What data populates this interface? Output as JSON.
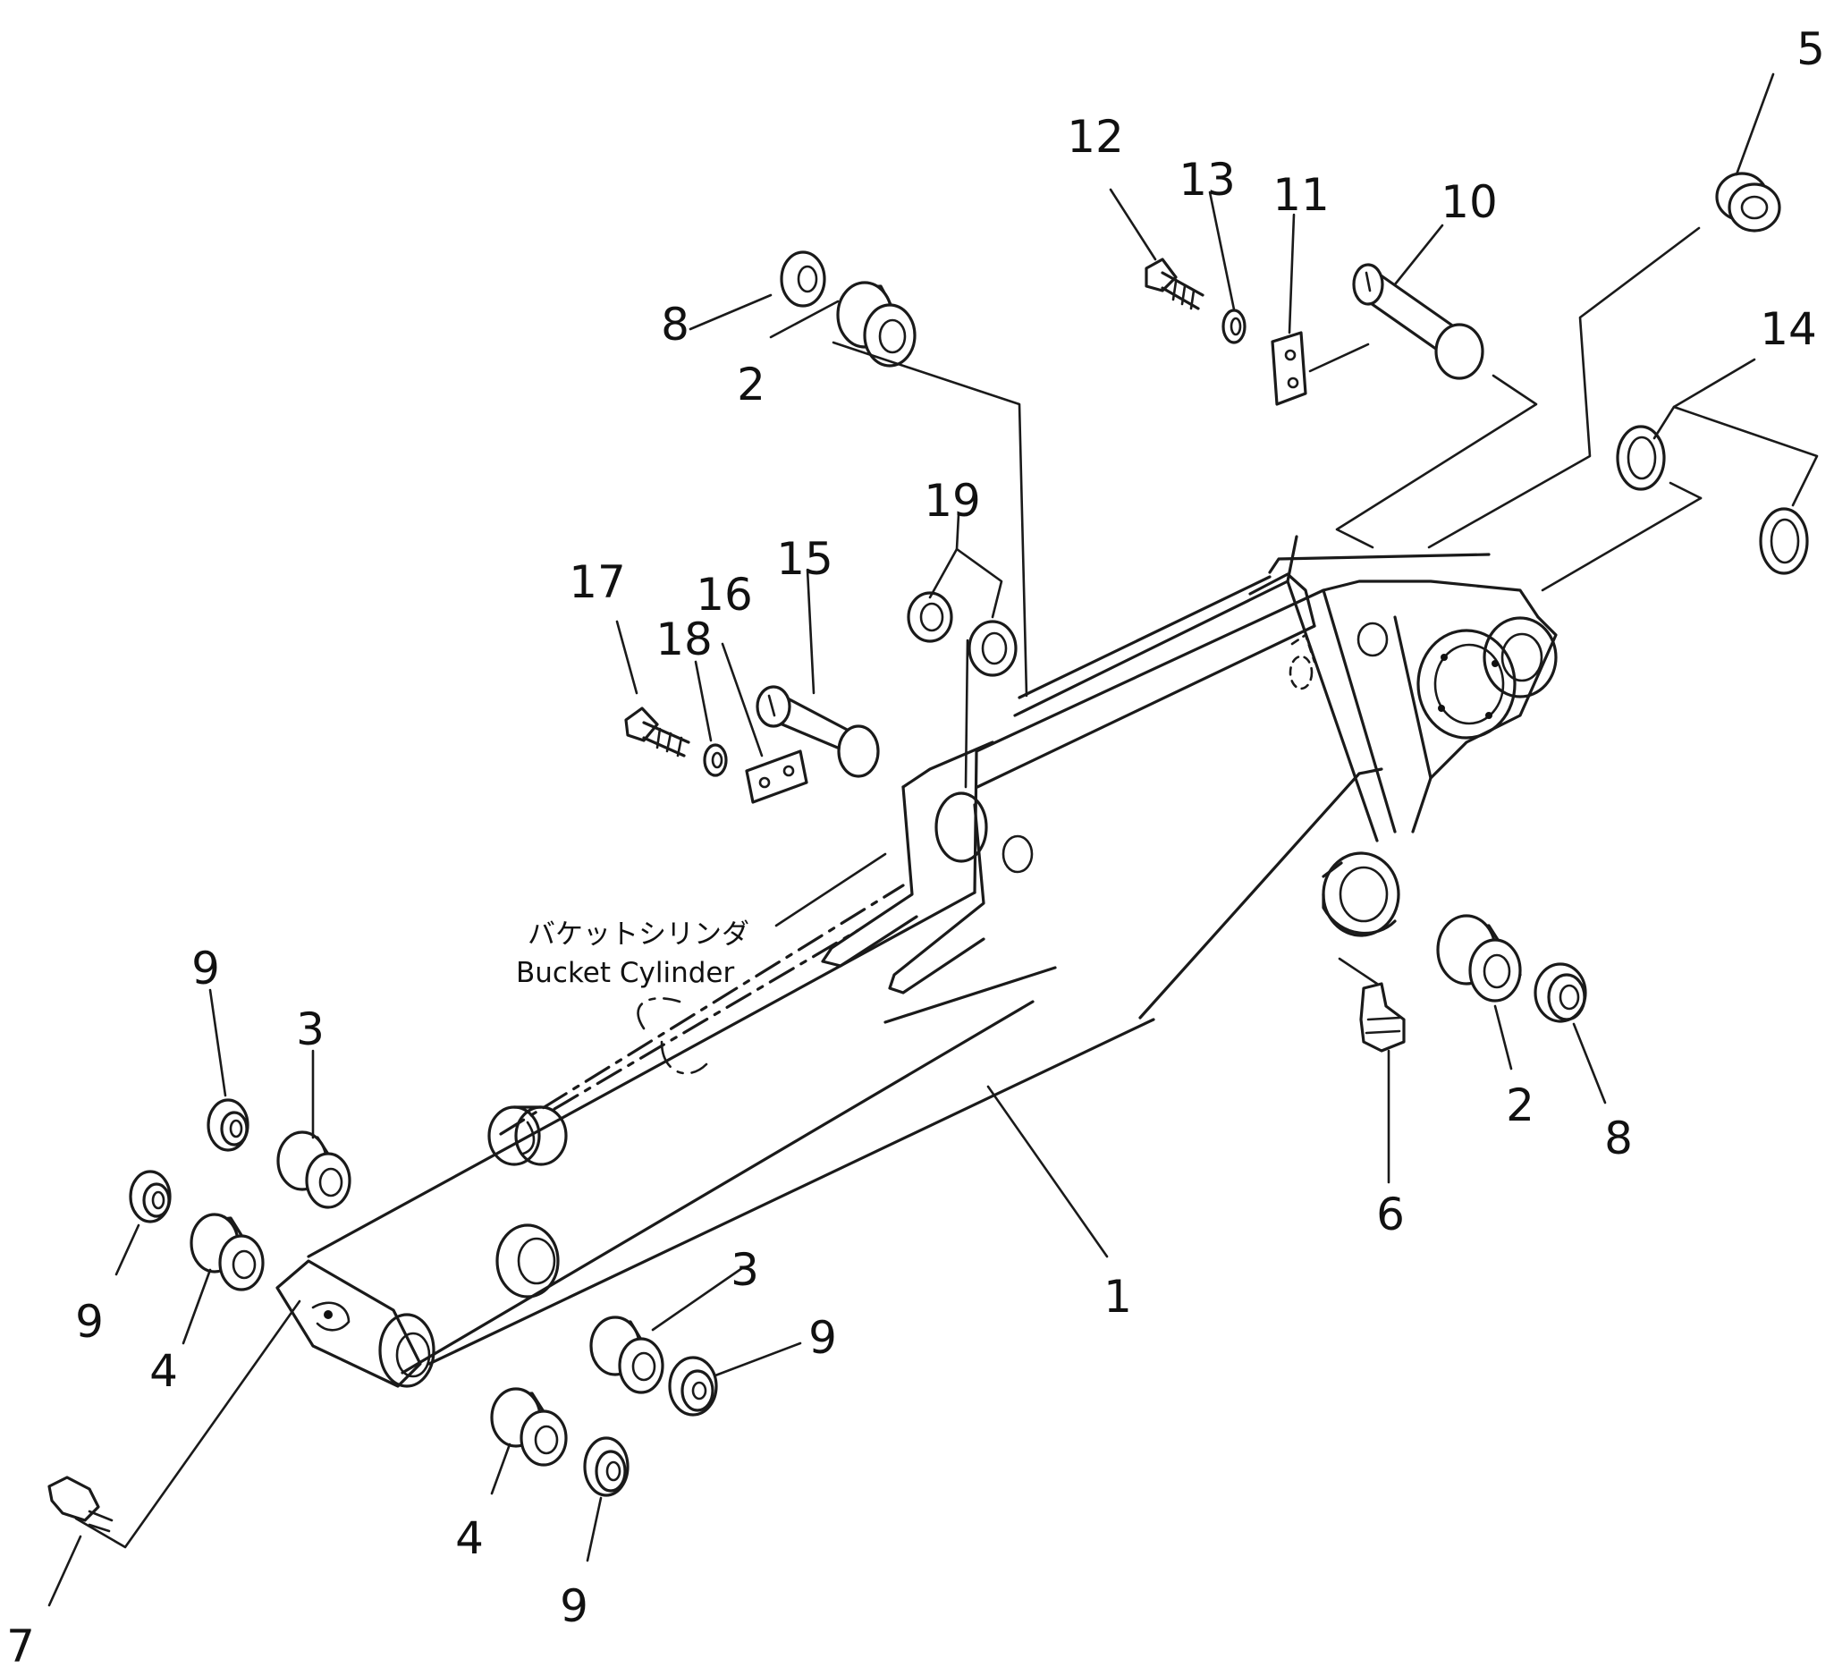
{
  "caption": {
    "japanese": "バケットシリンダ",
    "english": "Bucket Cylinder"
  },
  "callouts": [
    "1",
    "2",
    "2",
    "3",
    "3",
    "4",
    "4",
    "5",
    "6",
    "7",
    "8",
    "8",
    "9",
    "9",
    "9",
    "9",
    "10",
    "11",
    "12",
    "13",
    "14",
    "15",
    "16",
    "17",
    "18",
    "19"
  ]
}
